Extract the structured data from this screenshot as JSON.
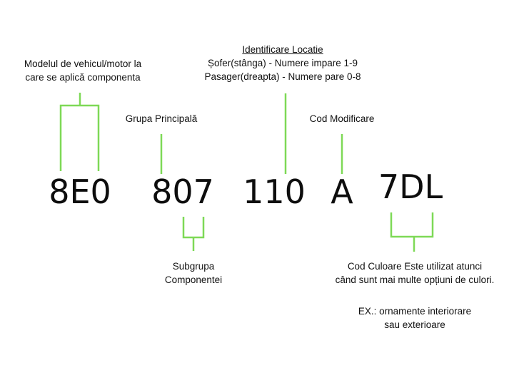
{
  "codes": {
    "model": "8E0",
    "group": "807",
    "location": "110",
    "modification": "A",
    "color": "7DL"
  },
  "labels": {
    "model": [
      "Modelul de vehicul/motor la",
      "care se aplică componenta"
    ],
    "main_group": "Grupa Principală",
    "location": {
      "title": "Identificare Locatie",
      "line1": "Șofer(stânga) - Numere impare 1-9",
      "line2": "Pasager(dreapta) - Numere pare 0-8"
    },
    "modification": "Cod Modificare",
    "subgroup": [
      "Subgrupa",
      "Componentei"
    ],
    "color": {
      "line1": "Cod Culoare Este utilizat atunci",
      "line2": "când sunt mai multe opțiuni de culori.",
      "example1": "EX.: ornamente interiorare",
      "example2": "sau exterioare"
    }
  },
  "colors": {
    "connector": "#7ed957",
    "text": "#111111"
  }
}
